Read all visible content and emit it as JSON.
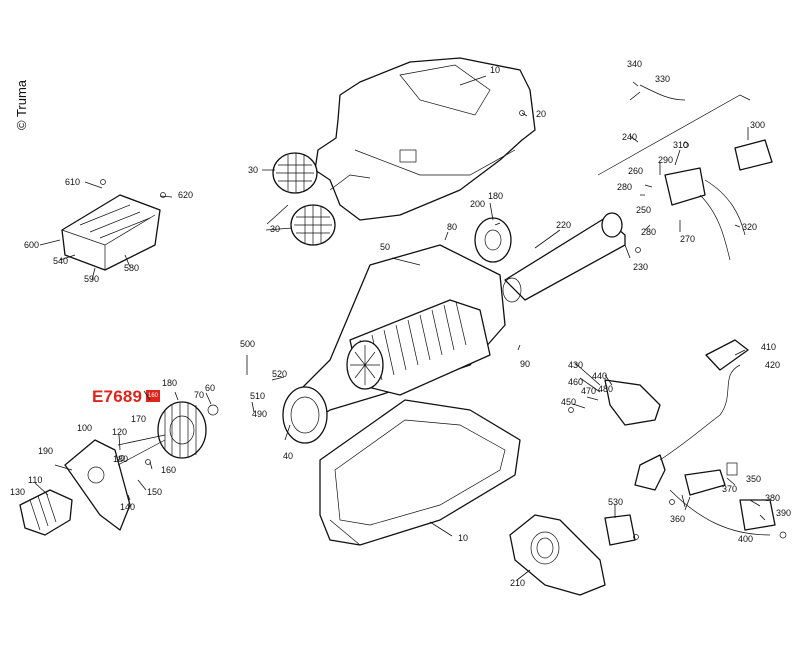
{
  "copyright": "© Truma",
  "highlight": {
    "code": "E7689",
    "ref": "160",
    "color": "#e0241b"
  },
  "labels": [
    "10",
    "20",
    "30",
    "30",
    "40",
    "50",
    "60",
    "70",
    "80",
    "90",
    "100",
    "110",
    "120",
    "130",
    "140",
    "150",
    "160",
    "170",
    "180",
    "180",
    "180",
    "190",
    "200",
    "210",
    "220",
    "230",
    "240",
    "250",
    "260",
    "270",
    "280",
    "280",
    "290",
    "300",
    "310",
    "320",
    "330",
    "340",
    "350",
    "360",
    "370",
    "380",
    "390",
    "400",
    "410",
    "420",
    "430",
    "440",
    "450",
    "460",
    "470",
    "480",
    "490",
    "500",
    "510",
    "520",
    "530",
    "540",
    "580",
    "590",
    "600",
    "610",
    "620",
    "10"
  ]
}
